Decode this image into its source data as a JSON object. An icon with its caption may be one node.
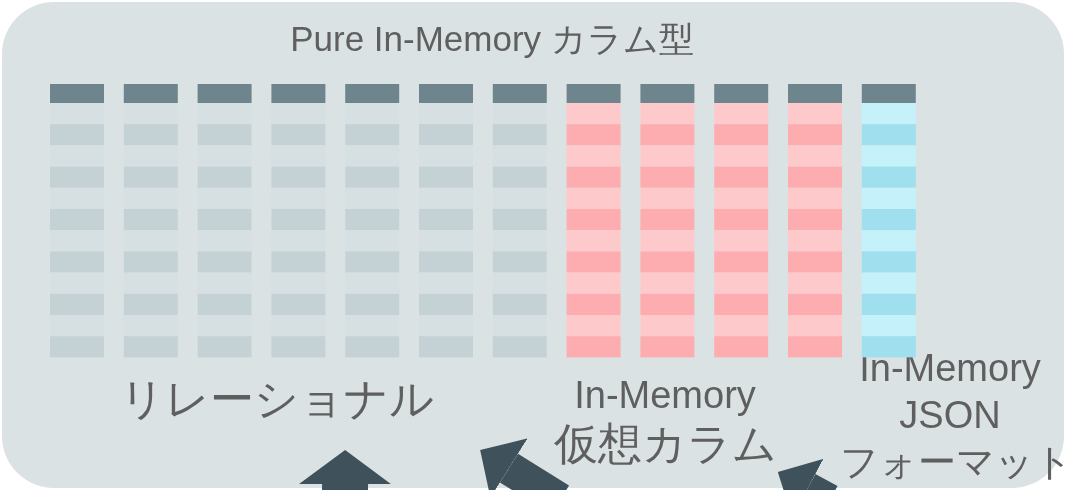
{
  "diagram": {
    "nodes": [
      {
        "text": [
          "Pure In-Memory カラム型"
        ]
      },
      {
        "text": [
          "リレーショナル"
        ],
        "in": 0
      },
      {
        "text": [
          "In-Memory",
          "仮想カラム"
        ],
        "in": 0
      },
      {
        "text": [
          "In-Memory JSON フォーマット"
        ],
        "in": 0
      }
    ],
    "edges": [
      {
        "from": null,
        "to": 1,
        "arrow": "to"
      },
      {
        "from": null,
        "to": 1,
        "arrow": "to"
      },
      {
        "from": null,
        "to": 2,
        "arrow": "to"
      }
    ]
  }
}
